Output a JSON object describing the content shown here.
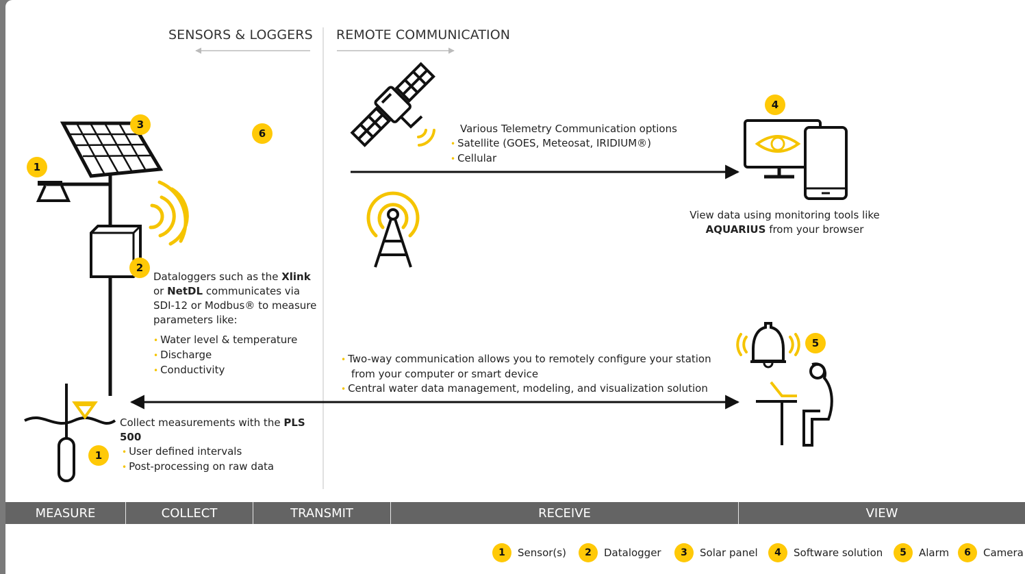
{
  "headers": {
    "left": "SENSORS & LOGGERS",
    "right": "REMOTE COMMUNICATION"
  },
  "badges": {
    "solar": "3",
    "sensor_top": "1",
    "camera": "6",
    "datalogger": "2",
    "sensor_bottom": "1",
    "software": "4",
    "alarm": "5"
  },
  "datalogger_text": {
    "l1a": "Dataloggers such as the ",
    "l1b": "Xlink",
    "l2a": "or ",
    "l2b": "NetDL",
    "l2c": " communicates via",
    "l3": "SDI-12 or Modbus® to measure",
    "l4": "parameters like:",
    "bullets": [
      "Water level & temperature",
      "Discharge",
      "Conductivity"
    ]
  },
  "collect_text": {
    "l1a": "Collect measurements with the ",
    "l1b": "PLS 500",
    "bullets": [
      "User defined intervals",
      "Post-processing on raw data"
    ]
  },
  "telemetry_text": {
    "title": "Various Telemetry Communication options",
    "bullets": [
      "Satellite (GOES, Meteosat, IRIDIUM®)",
      "Cellular"
    ]
  },
  "view_text": {
    "l1": "View data using monitoring tools like",
    "l2a": "AQUARIUS",
    "l2b": " from your browser"
  },
  "twoway_text": {
    "b1a": "Two-way communication allows you to remotely configure your station",
    "b1b": "from your computer or smart device",
    "b2": "Central water data management, modeling, and visualization solution"
  },
  "stages": [
    "MEASURE",
    "COLLECT",
    "TRANSMIT",
    "RECEIVE",
    "VIEW"
  ],
  "legend": [
    {
      "num": "1",
      "label": "Sensor(s)"
    },
    {
      "num": "2",
      "label": "Datalogger"
    },
    {
      "num": "3",
      "label": "Solar panel"
    },
    {
      "num": "4",
      "label": "Software solution"
    },
    {
      "num": "5",
      "label": "Alarm"
    },
    {
      "num": "6",
      "label": "Camera"
    }
  ],
  "colors": {
    "accent": "#ffc907",
    "bar": "#646464",
    "line": "#111111"
  }
}
